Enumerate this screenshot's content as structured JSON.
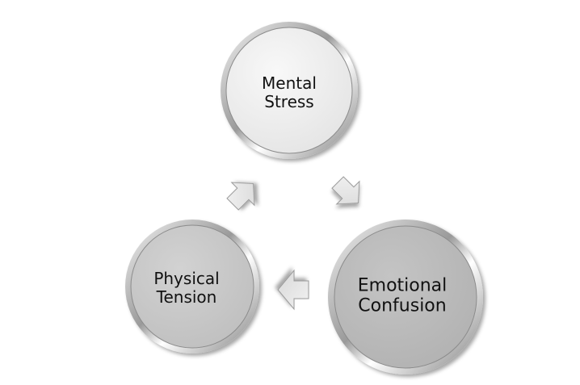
{
  "diagram": {
    "type": "cycle",
    "nodes": [
      {
        "id": "mental-stress",
        "line1": "Mental",
        "line2": "Stress"
      },
      {
        "id": "emotional-confusion",
        "line1": "Emotional",
        "line2": "Confusion"
      },
      {
        "id": "physical-tension",
        "line1": "Physical",
        "line2": "Tension"
      }
    ],
    "edges": [
      {
        "from": "mental-stress",
        "to": "emotional-confusion"
      },
      {
        "from": "emotional-confusion",
        "to": "physical-tension"
      },
      {
        "from": "physical-tension",
        "to": "mental-stress"
      }
    ],
    "colors": {
      "node_light": "#eeeeee",
      "node_mid": "#c4c4c4",
      "node_dark": "#b6b6b6",
      "arrow_fill": "#e6e6e6",
      "text": "#111111"
    }
  }
}
